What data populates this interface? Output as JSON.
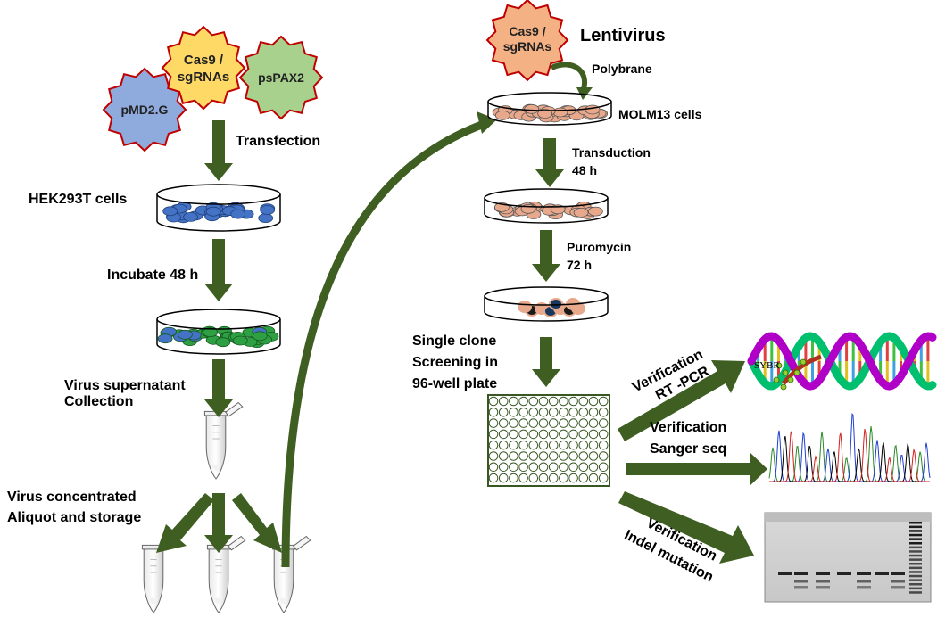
{
  "plasmids": {
    "cas9": [
      "Cas9 /",
      "sgRNAs"
    ],
    "pspax2": "psPAX2",
    "pmd2g": "pMD2.G"
  },
  "steps": {
    "transfection": "Transfection",
    "hek": "HEK293T cells",
    "incubate": "Incubate 48 h",
    "virus_sup": [
      "Virus supernatant",
      "Collection"
    ],
    "virus_conc": [
      "Virus concentrated",
      "Aliquot and storage"
    ]
  },
  "lenti": {
    "star": [
      "Cas9 /",
      "sgRNAs"
    ],
    "title": "Lentivirus",
    "polybrane": "Polybrane",
    "molm": "MOLM13 cells",
    "transduction": [
      "Transduction",
      "48 h"
    ],
    "puromycin": [
      "Puromycin",
      "72 h"
    ],
    "single_clone": [
      "Single clone",
      "Screening in",
      "96-well plate"
    ]
  },
  "verification": {
    "rtpcr": [
      "Verification",
      "RT -PCR"
    ],
    "sybr": "SYBR",
    "sanger": [
      "Verification",
      "Sanger seq"
    ],
    "indel": [
      "Verification",
      "Indel mutation"
    ]
  },
  "colors": {
    "arrow": "#3f5f22",
    "cas9_star": "#ffd966",
    "pspax2_star": "#a9d18e",
    "pmd2g_star": "#8faadc",
    "lenti_star": "#f4b183",
    "star_stroke": "#c00000",
    "hek_cells": "#4472c4",
    "incubated_cells": "#2ea043",
    "molm_cells": "#e8a88c"
  }
}
